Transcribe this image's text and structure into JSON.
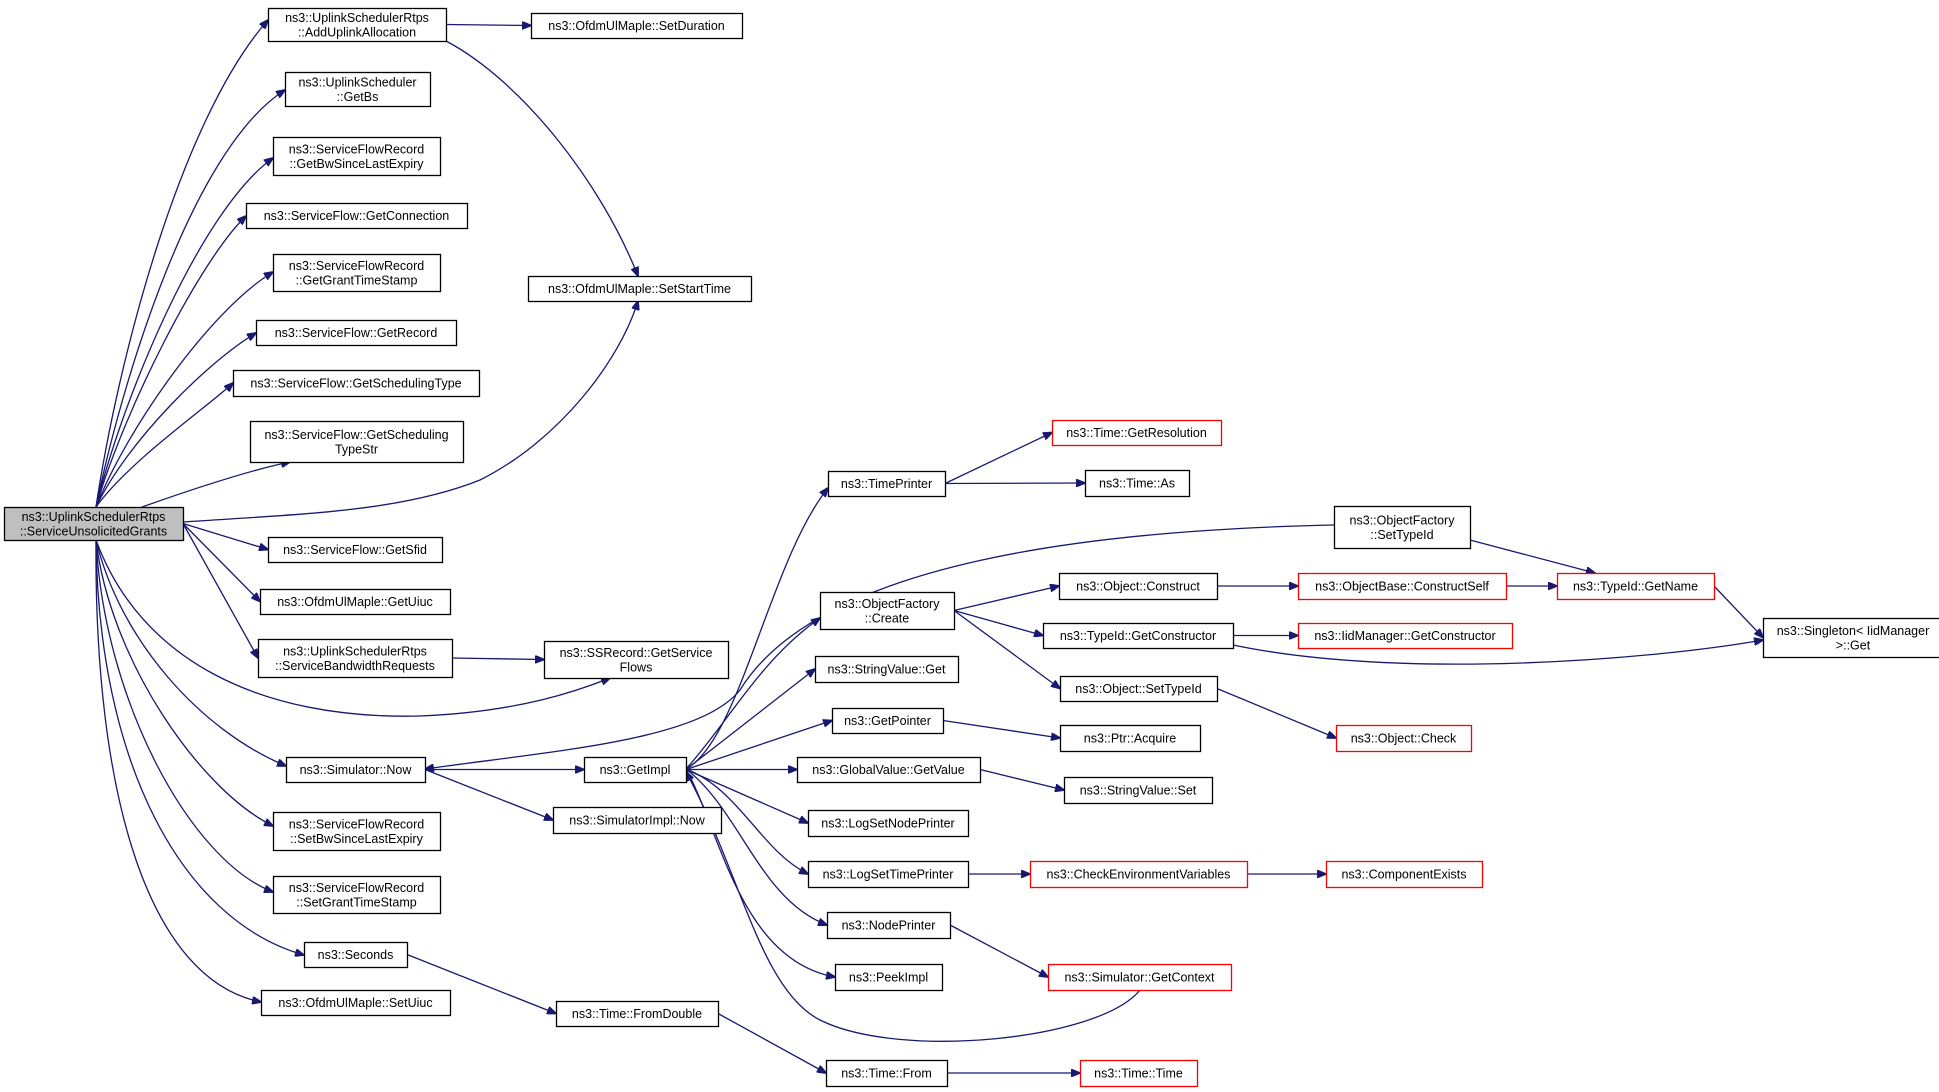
{
  "colors": {
    "node_border": "#000000",
    "node_fill": "#ffffff",
    "root_fill": "#bfbfbf",
    "truncated_border": "#ff0000",
    "edge": "#191970"
  },
  "nodes": [
    {
      "id": "root",
      "lines": [
        "ns3::UplinkSchedulerRtps",
        "::ServiceUnsolicitedGrants"
      ],
      "kind": "root"
    },
    {
      "id": "addUplink",
      "lines": [
        "ns3::UplinkSchedulerRtps",
        "::AddUplinkAllocation"
      ],
      "kind": "normal"
    },
    {
      "id": "setDuration",
      "lines": [
        "ns3::OfdmUlMaple::SetDuration"
      ],
      "kind": "normal"
    },
    {
      "id": "getBs",
      "lines": [
        "ns3::UplinkScheduler",
        "::GetBs"
      ],
      "kind": "normal"
    },
    {
      "id": "getBwSince",
      "lines": [
        "ns3::ServiceFlowRecord",
        "::GetBwSinceLastExpiry"
      ],
      "kind": "normal"
    },
    {
      "id": "getConnection",
      "lines": [
        "ns3::ServiceFlow::GetConnection"
      ],
      "kind": "normal"
    },
    {
      "id": "getGrantTS",
      "lines": [
        "ns3::ServiceFlowRecord",
        "::GetGrantTimeStamp"
      ],
      "kind": "normal"
    },
    {
      "id": "setStartTime",
      "lines": [
        "ns3::OfdmUlMaple::SetStartTime"
      ],
      "kind": "normal"
    },
    {
      "id": "getRecord",
      "lines": [
        "ns3::ServiceFlow::GetRecord"
      ],
      "kind": "normal"
    },
    {
      "id": "getSchedType",
      "lines": [
        "ns3::ServiceFlow::GetSchedulingType"
      ],
      "kind": "normal"
    },
    {
      "id": "getSchedTypeStr",
      "lines": [
        "ns3::ServiceFlow::GetScheduling",
        "TypeStr"
      ],
      "kind": "normal"
    },
    {
      "id": "getSfid",
      "lines": [
        "ns3::ServiceFlow::GetSfid"
      ],
      "kind": "normal"
    },
    {
      "id": "getUiuc",
      "lines": [
        "ns3::OfdmUlMaple::GetUiuc"
      ],
      "kind": "normal"
    },
    {
      "id": "serviceBwReq",
      "lines": [
        "ns3::UplinkSchedulerRtps",
        "::ServiceBandwidthRequests"
      ],
      "kind": "normal"
    },
    {
      "id": "getServiceFlows",
      "lines": [
        "ns3::SSRecord::GetService",
        "Flows"
      ],
      "kind": "normal"
    },
    {
      "id": "simNow",
      "lines": [
        "ns3::Simulator::Now"
      ],
      "kind": "normal"
    },
    {
      "id": "getImpl",
      "lines": [
        "ns3::GetImpl"
      ],
      "kind": "normal"
    },
    {
      "id": "simImplNow",
      "lines": [
        "ns3::SimulatorImpl::Now"
      ],
      "kind": "normal"
    },
    {
      "id": "setBwSince",
      "lines": [
        "ns3::ServiceFlowRecord",
        "::SetBwSinceLastExpiry"
      ],
      "kind": "normal"
    },
    {
      "id": "setGrantTS",
      "lines": [
        "ns3::ServiceFlowRecord",
        "::SetGrantTimeStamp"
      ],
      "kind": "normal"
    },
    {
      "id": "seconds",
      "lines": [
        "ns3::Seconds"
      ],
      "kind": "normal"
    },
    {
      "id": "setUiuc",
      "lines": [
        "ns3::OfdmUlMaple::SetUiuc"
      ],
      "kind": "normal"
    },
    {
      "id": "fromDouble",
      "lines": [
        "ns3::Time::FromDouble"
      ],
      "kind": "normal"
    },
    {
      "id": "timeFrom",
      "lines": [
        "ns3::Time::From"
      ],
      "kind": "normal"
    },
    {
      "id": "timeTime",
      "lines": [
        "ns3::Time::Time"
      ],
      "kind": "truncated"
    },
    {
      "id": "timePrinter",
      "lines": [
        "ns3::TimePrinter"
      ],
      "kind": "normal"
    },
    {
      "id": "getResolution",
      "lines": [
        "ns3::Time::GetResolution"
      ],
      "kind": "truncated"
    },
    {
      "id": "timeAs",
      "lines": [
        "ns3::Time::As"
      ],
      "kind": "normal"
    },
    {
      "id": "ofSetTypeId",
      "lines": [
        "ns3::ObjectFactory",
        "::SetTypeId"
      ],
      "kind": "normal"
    },
    {
      "id": "ofCreate",
      "lines": [
        "ns3::ObjectFactory",
        "::Create"
      ],
      "kind": "normal"
    },
    {
      "id": "objConstruct",
      "lines": [
        "ns3::Object::Construct"
      ],
      "kind": "normal"
    },
    {
      "id": "constructSelf",
      "lines": [
        "ns3::ObjectBase::ConstructSelf"
      ],
      "kind": "truncated"
    },
    {
      "id": "typeIdGetName",
      "lines": [
        "ns3::TypeId::GetName"
      ],
      "kind": "truncated"
    },
    {
      "id": "singletonGet",
      "lines": [
        "ns3::Singleton< IidManager",
        ">::Get"
      ],
      "kind": "normal"
    },
    {
      "id": "typeIdGetCtor",
      "lines": [
        "ns3::TypeId::GetConstructor"
      ],
      "kind": "normal"
    },
    {
      "id": "iidGetCtor",
      "lines": [
        "ns3::IidManager::GetConstructor"
      ],
      "kind": "truncated"
    },
    {
      "id": "objSetTypeId",
      "lines": [
        "ns3::Object::SetTypeId"
      ],
      "kind": "normal"
    },
    {
      "id": "objCheck",
      "lines": [
        "ns3::Object::Check"
      ],
      "kind": "truncated"
    },
    {
      "id": "stringValueGet",
      "lines": [
        "ns3::StringValue::Get"
      ],
      "kind": "normal"
    },
    {
      "id": "getPointer",
      "lines": [
        "ns3::GetPointer"
      ],
      "kind": "normal"
    },
    {
      "id": "ptrAcquire",
      "lines": [
        "ns3::Ptr::Acquire"
      ],
      "kind": "normal"
    },
    {
      "id": "globalGetValue",
      "lines": [
        "ns3::GlobalValue::GetValue"
      ],
      "kind": "normal"
    },
    {
      "id": "stringValueSet",
      "lines": [
        "ns3::StringValue::Set"
      ],
      "kind": "normal"
    },
    {
      "id": "logSetNodePrinter",
      "lines": [
        "ns3::LogSetNodePrinter"
      ],
      "kind": "normal"
    },
    {
      "id": "logSetTimePrinter",
      "lines": [
        "ns3::LogSetTimePrinter"
      ],
      "kind": "normal"
    },
    {
      "id": "checkEnvVars",
      "lines": [
        "ns3::CheckEnvironmentVariables"
      ],
      "kind": "truncated"
    },
    {
      "id": "componentExists",
      "lines": [
        "ns3::ComponentExists"
      ],
      "kind": "truncated"
    },
    {
      "id": "nodePrinter",
      "lines": [
        "ns3::NodePrinter"
      ],
      "kind": "normal"
    },
    {
      "id": "peekImpl",
      "lines": [
        "ns3::PeekImpl"
      ],
      "kind": "normal"
    },
    {
      "id": "simGetContext",
      "lines": [
        "ns3::Simulator::GetContext"
      ],
      "kind": "truncated"
    }
  ],
  "edges": [
    [
      "root",
      "addUplink"
    ],
    [
      "root",
      "getBs"
    ],
    [
      "root",
      "getBwSince"
    ],
    [
      "root",
      "getConnection"
    ],
    [
      "root",
      "getGrantTS"
    ],
    [
      "root",
      "getRecord"
    ],
    [
      "root",
      "getSchedType"
    ],
    [
      "root",
      "getSchedTypeStr"
    ],
    [
      "root",
      "setStartTime"
    ],
    [
      "root",
      "getSfid"
    ],
    [
      "root",
      "getUiuc"
    ],
    [
      "root",
      "serviceBwReq"
    ],
    [
      "root",
      "getServiceFlows"
    ],
    [
      "root",
      "simNow"
    ],
    [
      "root",
      "setBwSince"
    ],
    [
      "root",
      "setGrantTS"
    ],
    [
      "root",
      "seconds"
    ],
    [
      "root",
      "setUiuc"
    ],
    [
      "addUplink",
      "setDuration"
    ],
    [
      "addUplink",
      "setStartTime"
    ],
    [
      "serviceBwReq",
      "getServiceFlows"
    ],
    [
      "simNow",
      "getImpl"
    ],
    [
      "simNow",
      "simImplNow"
    ],
    [
      "ofSetTypeId",
      "simNow"
    ],
    [
      "ofSetTypeId",
      "typeIdGetName"
    ],
    [
      "seconds",
      "fromDouble"
    ],
    [
      "fromDouble",
      "timeFrom"
    ],
    [
      "timeFrom",
      "timeTime"
    ],
    [
      "getImpl",
      "timePrinter"
    ],
    [
      "getImpl",
      "ofCreate"
    ],
    [
      "getImpl",
      "stringValueGet"
    ],
    [
      "getImpl",
      "getPointer"
    ],
    [
      "getImpl",
      "globalGetValue"
    ],
    [
      "getImpl",
      "logSetNodePrinter"
    ],
    [
      "getImpl",
      "logSetTimePrinter"
    ],
    [
      "getImpl",
      "nodePrinter"
    ],
    [
      "getImpl",
      "peekImpl"
    ],
    [
      "timePrinter",
      "getResolution"
    ],
    [
      "timePrinter",
      "timeAs"
    ],
    [
      "ofCreate",
      "objConstruct"
    ],
    [
      "ofCreate",
      "typeIdGetCtor"
    ],
    [
      "ofCreate",
      "objSetTypeId"
    ],
    [
      "objConstruct",
      "constructSelf"
    ],
    [
      "constructSelf",
      "typeIdGetName"
    ],
    [
      "typeIdGetName",
      "singletonGet"
    ],
    [
      "typeIdGetCtor",
      "iidGetCtor"
    ],
    [
      "typeIdGetCtor",
      "singletonGet"
    ],
    [
      "objSetTypeId",
      "objCheck"
    ],
    [
      "getPointer",
      "ptrAcquire"
    ],
    [
      "globalGetValue",
      "stringValueSet"
    ],
    [
      "logSetTimePrinter",
      "checkEnvVars"
    ],
    [
      "checkEnvVars",
      "componentExists"
    ],
    [
      "nodePrinter",
      "simGetContext"
    ],
    [
      "simGetContext",
      "getImpl"
    ]
  ]
}
